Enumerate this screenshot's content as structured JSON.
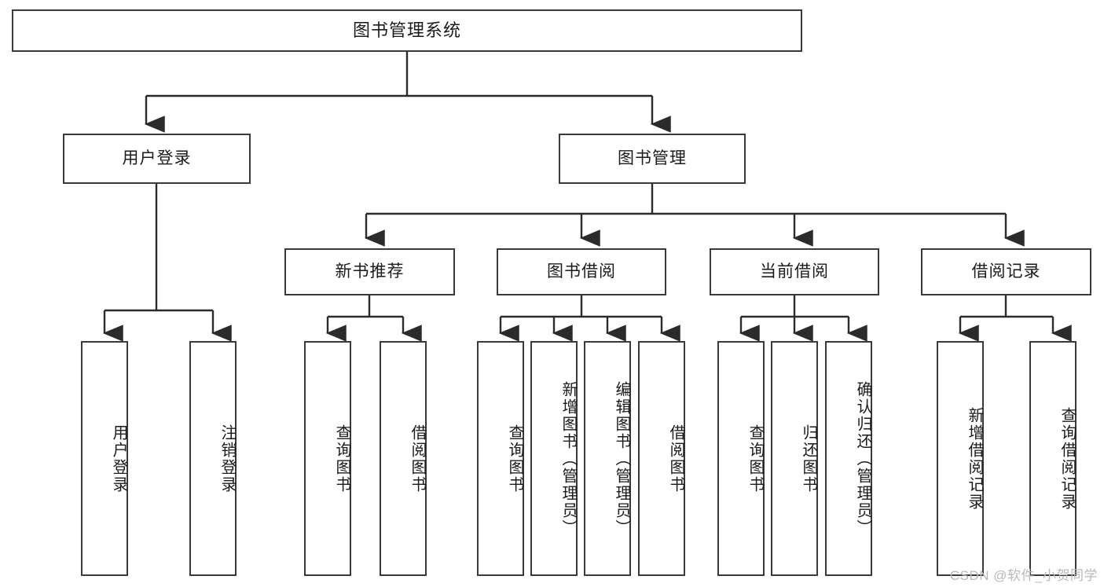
{
  "diagram": {
    "type": "tree",
    "title": "图书管理系统",
    "orientation": "top-down",
    "colors": {
      "box_border": "#3a3a3a",
      "box_fill": "#ffffff",
      "edge": "#2b2b2b",
      "text": "#1b1b1b",
      "watermark": "#b9b9b9"
    }
  },
  "nodes": {
    "root": {
      "label": "图书管理系统",
      "level": 1
    },
    "level2": [
      {
        "id": "user-login",
        "label": "用户登录"
      },
      {
        "id": "book-manage",
        "label": "图书管理"
      }
    ],
    "level3": [
      {
        "id": "new-book-recommend",
        "label": "新书推荐",
        "parent": "book-manage"
      },
      {
        "id": "book-borrow",
        "label": "图书借阅",
        "parent": "book-manage"
      },
      {
        "id": "current-borrow",
        "label": "当前借阅",
        "parent": "book-manage"
      },
      {
        "id": "borrow-record",
        "label": "借阅记录",
        "parent": "book-manage"
      }
    ],
    "leaves": [
      {
        "id": "leaf-user-login",
        "label": "用户登录",
        "parent": "user-login"
      },
      {
        "id": "leaf-user-logout",
        "label": "注销登录",
        "parent": "user-login"
      },
      {
        "id": "leaf-query-book-1",
        "label": "查询图书",
        "parent": "new-book-recommend"
      },
      {
        "id": "leaf-borrow-book-1",
        "label": "借阅图书",
        "parent": "new-book-recommend"
      },
      {
        "id": "leaf-query-book-2",
        "label": "查询图书",
        "parent": "book-borrow"
      },
      {
        "id": "leaf-add-book",
        "label": "新增图书（管理员）",
        "parent": "book-borrow"
      },
      {
        "id": "leaf-edit-book",
        "label": "编辑图书（管理员）",
        "parent": "book-borrow"
      },
      {
        "id": "leaf-borrow-book-2",
        "label": "借阅图书",
        "parent": "book-borrow"
      },
      {
        "id": "leaf-query-book-3",
        "label": "查询图书",
        "parent": "current-borrow"
      },
      {
        "id": "leaf-return-book",
        "label": "归还图书",
        "parent": "current-borrow"
      },
      {
        "id": "leaf-confirm-return",
        "label": "确认归还（管理员）",
        "parent": "current-borrow"
      },
      {
        "id": "leaf-add-record",
        "label": "新增借阅记录",
        "parent": "borrow-record"
      },
      {
        "id": "leaf-query-record",
        "label": "查询借阅记录",
        "parent": "borrow-record"
      }
    ]
  },
  "watermark": {
    "text": "CSDN @软件_小贺同学"
  }
}
